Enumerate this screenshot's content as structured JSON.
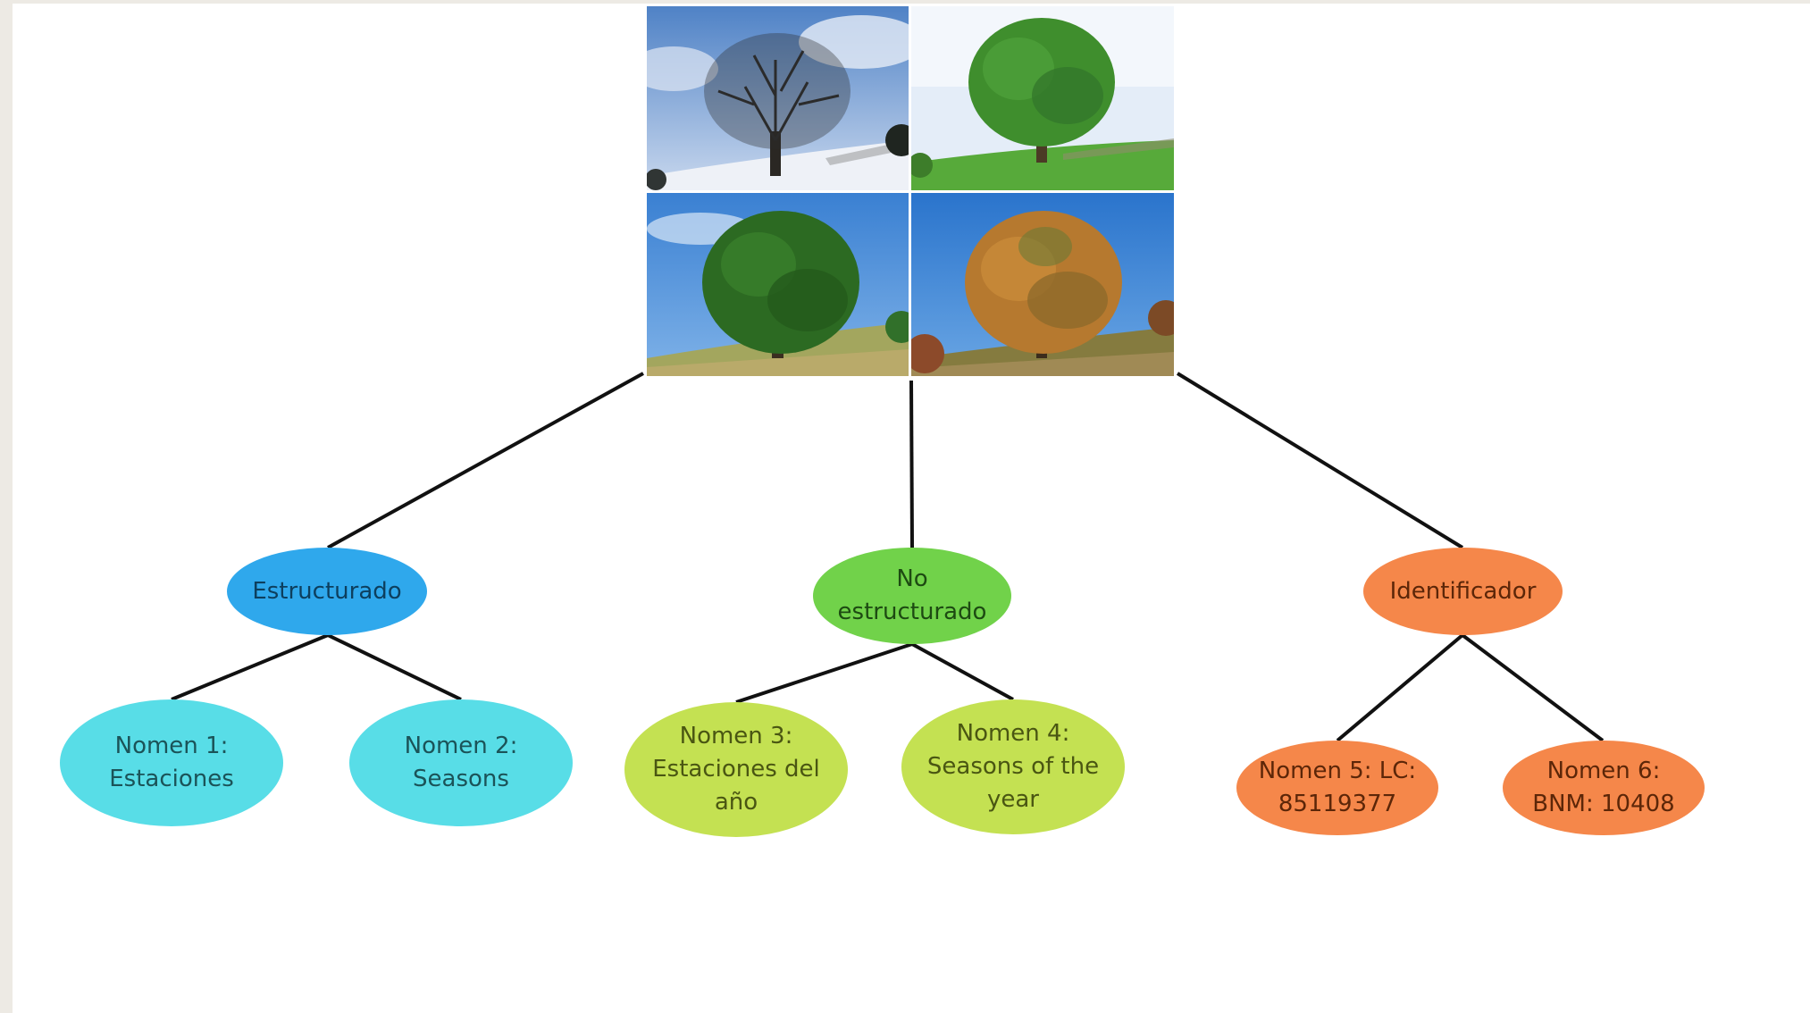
{
  "photo_grid": {
    "tiles": [
      {
        "season": "winter",
        "canopy_color": "#2b2b2b",
        "ground_color": "#e9edf5",
        "sky_color": "#5e8fcf"
      },
      {
        "season": "spring",
        "canopy_color": "#3f8e2d",
        "ground_color": "#55a93a",
        "sky_color": "#dfeaf7"
      },
      {
        "season": "summer",
        "canopy_color": "#2c6a22",
        "ground_color": "#9aa25a",
        "sky_color": "#3d86d6"
      },
      {
        "season": "autumn",
        "canopy_color": "#b6792f",
        "ground_color": "#7f7b3b",
        "sky_color": "#2f7fd6"
      }
    ]
  },
  "categories": [
    {
      "label": "Estructurado",
      "color": "#2fa8ec"
    },
    {
      "label_line1": "No",
      "label_line2": "estructurado",
      "color": "#71d24a"
    },
    {
      "label": "Identificador",
      "color": "#f5874a"
    }
  ],
  "leaves": [
    {
      "line1": "Nomen 1:",
      "line2": "Estaciones",
      "color": "#58dde7"
    },
    {
      "line1": "Nomen 2:",
      "line2": "Seasons",
      "color": "#58dde7"
    },
    {
      "line1": "Nomen 3:",
      "line2": "Estaciones del",
      "line3": "año",
      "color": "#c4e152"
    },
    {
      "line1": "Nomen 4:",
      "line2": "Seasons of the",
      "line3": "year",
      "color": "#c4e152"
    },
    {
      "line1": "Nomen 5: LC:",
      "line2": "85119377",
      "color": "#f5874a"
    },
    {
      "line1": "Nomen 6:",
      "line2": "BNM: 10408",
      "color": "#f5874a"
    }
  ],
  "connector_color": "#111111"
}
